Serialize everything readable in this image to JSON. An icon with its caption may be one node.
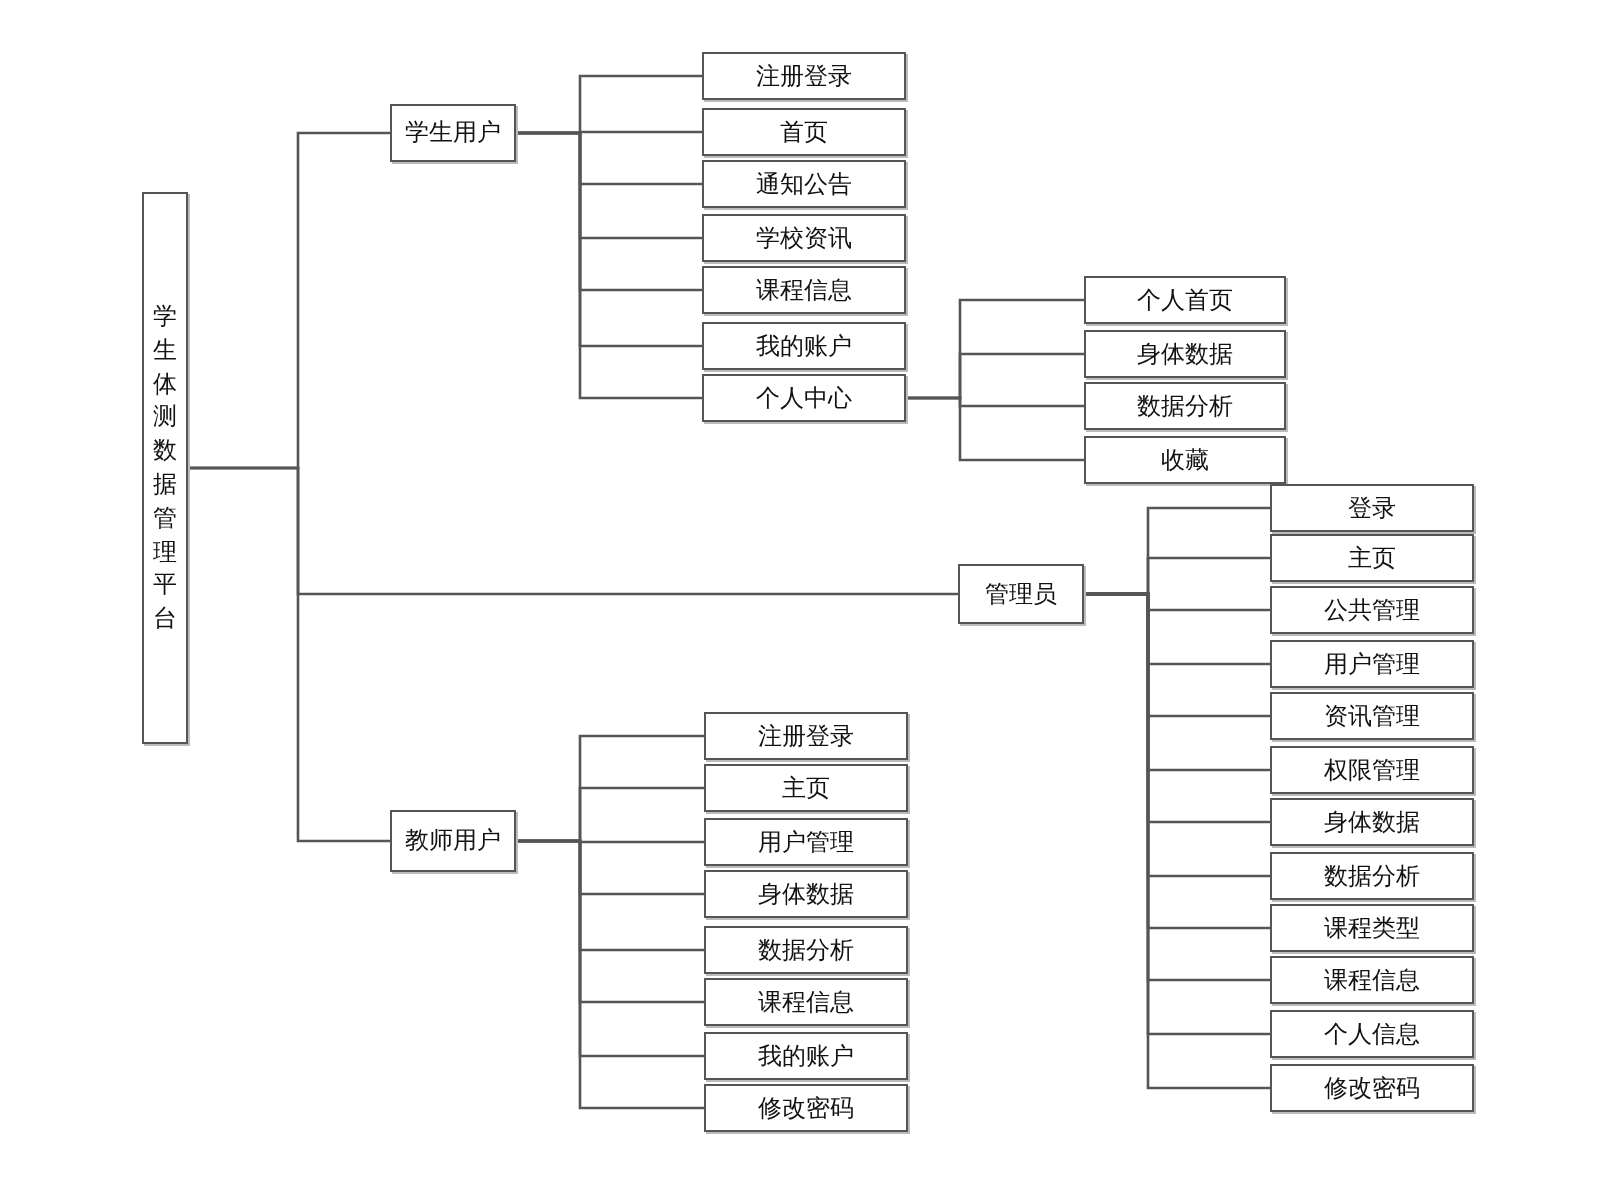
{
  "diagram": {
    "nodes": [
      {
        "text": [
          "学生体测数据管理平台"
        ]
      },
      {
        "text": [
          "学生用户"
        ]
      },
      {
        "text": [
          "注册登录"
        ]
      },
      {
        "text": [
          "首页"
        ]
      },
      {
        "text": [
          "通知公告"
        ]
      },
      {
        "text": [
          "学校资讯"
        ]
      },
      {
        "text": [
          "课程信息"
        ]
      },
      {
        "text": [
          "我的账户"
        ]
      },
      {
        "text": [
          "个人中心"
        ]
      },
      {
        "text": [
          "个人首页"
        ]
      },
      {
        "text": [
          "身体数据"
        ]
      },
      {
        "text": [
          "数据分析"
        ]
      },
      {
        "text": [
          "收藏"
        ]
      },
      {
        "text": [
          "管理员"
        ]
      },
      {
        "text": [
          "登录"
        ]
      },
      {
        "text": [
          "主页"
        ]
      },
      {
        "text": [
          "公共管理"
        ]
      },
      {
        "text": [
          "用户管理"
        ]
      },
      {
        "text": [
          "资讯管理"
        ]
      },
      {
        "text": [
          "权限管理"
        ]
      },
      {
        "text": [
          "身体数据"
        ]
      },
      {
        "text": [
          "数据分析"
        ]
      },
      {
        "text": [
          "课程类型"
        ]
      },
      {
        "text": [
          "课程信息"
        ]
      },
      {
        "text": [
          "个人信息"
        ]
      },
      {
        "text": [
          "修改密码"
        ]
      },
      {
        "text": [
          "教师用户"
        ]
      },
      {
        "text": [
          "注册登录"
        ]
      },
      {
        "text": [
          "主页"
        ]
      },
      {
        "text": [
          "用户管理"
        ]
      },
      {
        "text": [
          "身体数据"
        ]
      },
      {
        "text": [
          "数据分析"
        ]
      },
      {
        "text": [
          "课程信息"
        ]
      },
      {
        "text": [
          "我的账户"
        ]
      },
      {
        "text": [
          "修改密码"
        ]
      }
    ],
    "edges": [
      {
        "from": 0,
        "to": 1,
        "arrow": "none"
      },
      {
        "from": 0,
        "to": 13,
        "arrow": "none"
      },
      {
        "from": 0,
        "to": 26,
        "arrow": "none"
      },
      {
        "from": 1,
        "to": 2,
        "arrow": "none"
      },
      {
        "from": 1,
        "to": 3,
        "arrow": "none"
      },
      {
        "from": 1,
        "to": 4,
        "arrow": "none"
      },
      {
        "from": 1,
        "to": 5,
        "arrow": "none"
      },
      {
        "from": 1,
        "to": 6,
        "arrow": "none"
      },
      {
        "from": 1,
        "to": 7,
        "arrow": "none"
      },
      {
        "from": 1,
        "to": 8,
        "arrow": "none"
      },
      {
        "from": 8,
        "to": 9,
        "arrow": "none"
      },
      {
        "from": 8,
        "to": 10,
        "arrow": "none"
      },
      {
        "from": 8,
        "to": 11,
        "arrow": "none"
      },
      {
        "from": 8,
        "to": 12,
        "arrow": "none"
      },
      {
        "from": 13,
        "to": 14,
        "arrow": "none"
      },
      {
        "from": 13,
        "to": 15,
        "arrow": "none"
      },
      {
        "from": 13,
        "to": 16,
        "arrow": "none"
      },
      {
        "from": 13,
        "to": 17,
        "arrow": "none"
      },
      {
        "from": 13,
        "to": 18,
        "arrow": "none"
      },
      {
        "from": 13,
        "to": 19,
        "arrow": "none"
      },
      {
        "from": 13,
        "to": 20,
        "arrow": "none"
      },
      {
        "from": 13,
        "to": 21,
        "arrow": "none"
      },
      {
        "from": 13,
        "to": 22,
        "arrow": "none"
      },
      {
        "from": 13,
        "to": 23,
        "arrow": "none"
      },
      {
        "from": 13,
        "to": 24,
        "arrow": "none"
      },
      {
        "from": 13,
        "to": 25,
        "arrow": "none"
      },
      {
        "from": 26,
        "to": 27,
        "arrow": "none"
      },
      {
        "from": 26,
        "to": 28,
        "arrow": "none"
      },
      {
        "from": 26,
        "to": 29,
        "arrow": "none"
      },
      {
        "from": 26,
        "to": 30,
        "arrow": "none"
      },
      {
        "from": 26,
        "to": 31,
        "arrow": "none"
      },
      {
        "from": 26,
        "to": 32,
        "arrow": "none"
      },
      {
        "from": 26,
        "to": 33,
        "arrow": "none"
      },
      {
        "from": 26,
        "to": 34,
        "arrow": "none"
      }
    ]
  }
}
